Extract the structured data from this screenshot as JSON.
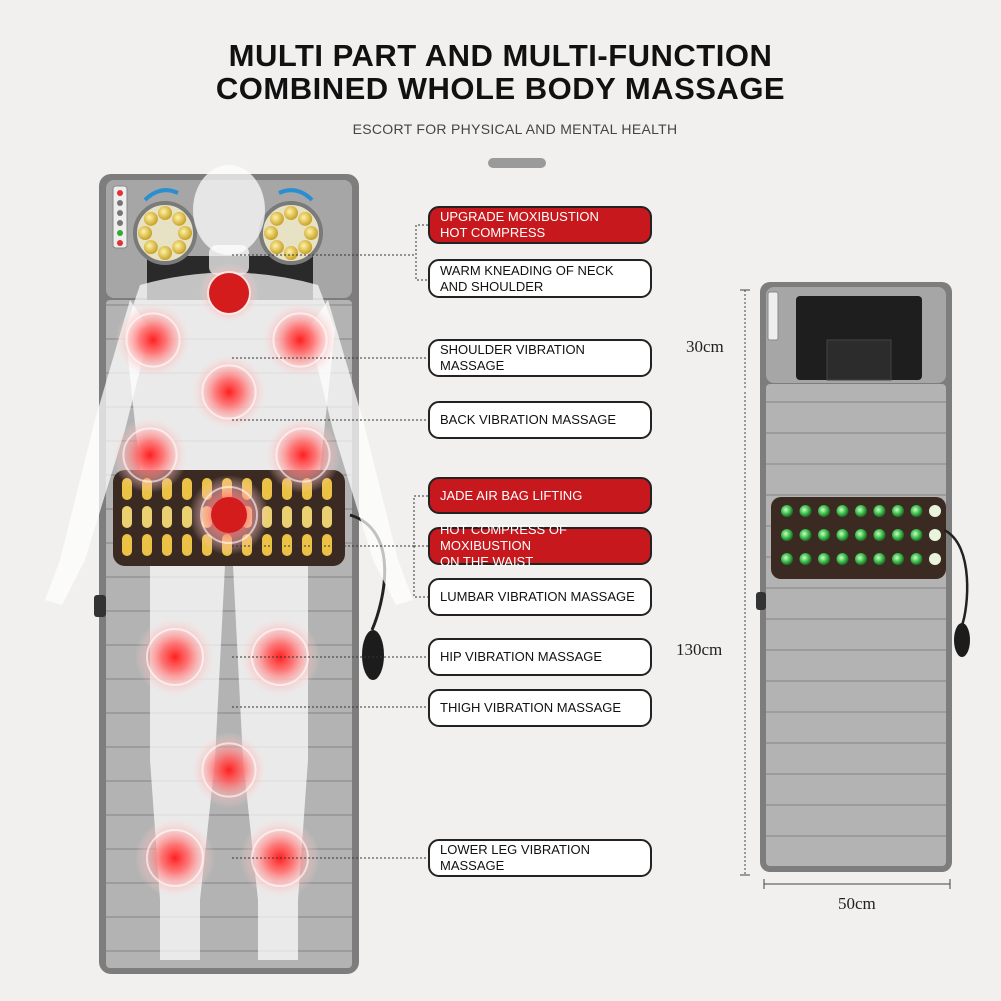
{
  "header": {
    "title_line1": "MULTI PART AND MULTI-FUNCTION",
    "title_line2": "COMBINED WHOLE BODY MASSAGE",
    "subtitle": "ESCORT FOR PHYSICAL AND MENTAL HEALTH"
  },
  "labels": [
    {
      "text": "UPGRADE MOXIBUSTION\nHOT COMPRESS",
      "style": "red"
    },
    {
      "text": "WARM KNEADING OF NECK\nAND SHOULDER",
      "style": "white"
    },
    {
      "text": "SHOULDER VIBRATION MASSAGE",
      "style": "white"
    },
    {
      "text": "BACK VIBRATION MASSAGE",
      "style": "white"
    },
    {
      "text": "JADE AIR BAG LIFTING",
      "style": "red"
    },
    {
      "text": "HOT COMPRESS OF MOXIBUSTION\nON THE WAIST",
      "style": "red"
    },
    {
      "text": "LUMBAR VIBRATION MASSAGE",
      "style": "white"
    },
    {
      "text": "HIP VIBRATION MASSAGE",
      "style": "white"
    },
    {
      "text": "THIGH VIBRATION MASSAGE",
      "style": "white"
    },
    {
      "text": "LOWER LEG VIBRATION MASSAGE",
      "style": "white"
    }
  ],
  "dimensions": {
    "head_section": "30cm",
    "body_length": "130cm",
    "width": "50cm"
  },
  "colors": {
    "accent_red": "#c7181d",
    "mat_gray": "#a9a9a9",
    "jade_green": "#3dbb4a",
    "background": "#f1f0ee"
  }
}
